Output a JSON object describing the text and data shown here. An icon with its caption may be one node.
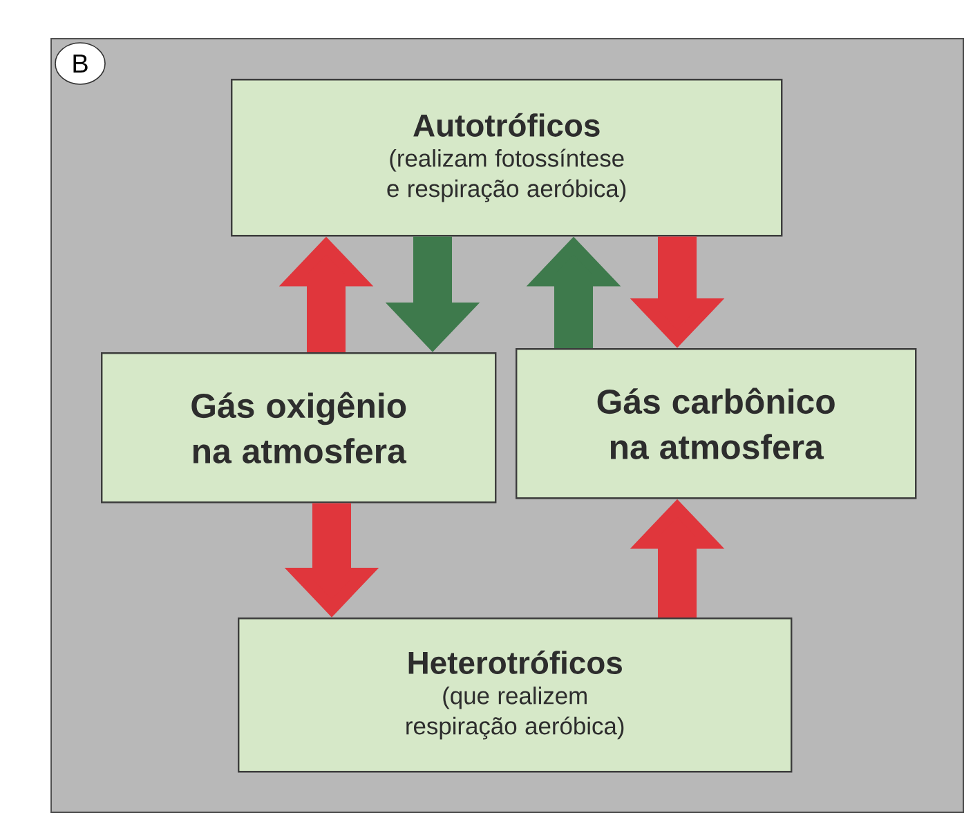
{
  "diagram": {
    "nodes": [
      {
        "text": [
          "Autotróficos",
          "(realizam fotossíntese e respiração aeróbica)"
        ]
      },
      {
        "text": [
          "Gás oxigênio na atmosfera"
        ]
      },
      {
        "text": [
          "Gás carbônico na atmosfera"
        ]
      },
      {
        "text": [
          "Heterotróficos",
          "(que realizem respiração aeróbica)"
        ]
      }
    ],
    "edges": [
      {
        "from": 1,
        "to": 0,
        "arrow": "to"
      },
      {
        "from": 0,
        "to": 1,
        "arrow": "to",
        "color": "#3e7a4c"
      },
      {
        "from": 2,
        "to": 0,
        "arrow": "to",
        "color": "#3e7a4c"
      },
      {
        "from": 0,
        "to": 2,
        "arrow": "to"
      },
      {
        "from": 1,
        "to": 3,
        "arrow": "to"
      },
      {
        "from": 3,
        "to": 2,
        "arrow": "to"
      }
    ],
    "labels": [
      "B"
    ]
  }
}
